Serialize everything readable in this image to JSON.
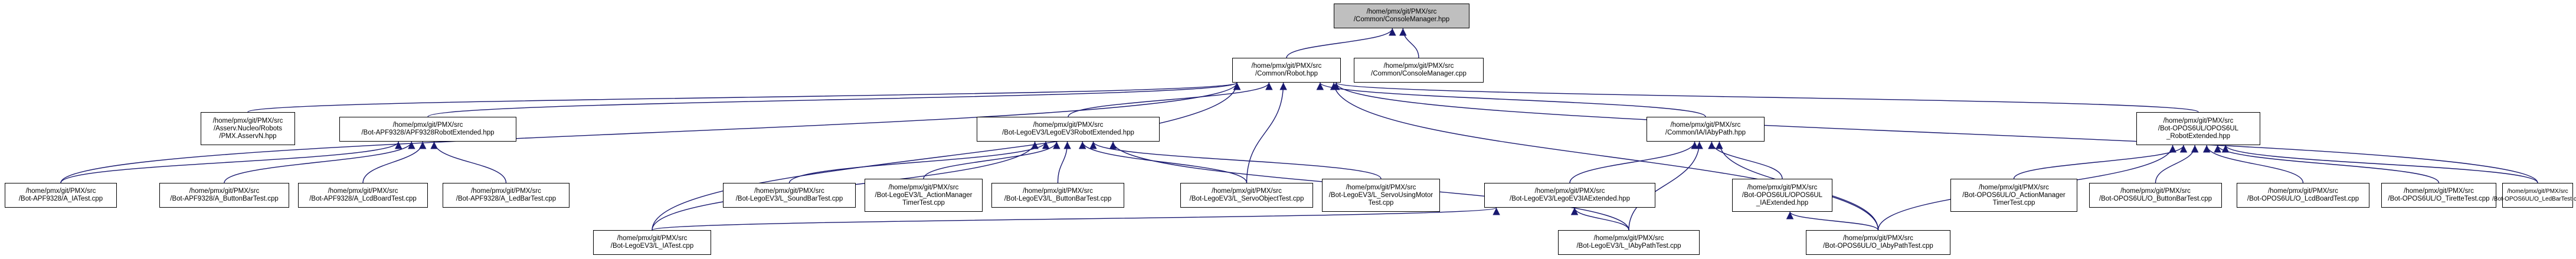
{
  "colors": {
    "root_fill": "#bfbfbf",
    "node_fill": "#ffffff",
    "border": "#000000",
    "edge": "#191970"
  },
  "nodes": {
    "consolemanager_hpp": [
      "/home/pmx/git/PMX/src",
      "/Common/ConsoleManager.hpp"
    ],
    "robot_hpp": [
      "/home/pmx/git/PMX/src",
      "/Common/Robot.hpp"
    ],
    "consolemanager_cpp": [
      "/home/pmx/git/PMX/src",
      "/Common/ConsoleManager.cpp"
    ],
    "asserv_insa_hpp": [
      "/home/pmx/git/PMX/src",
      "/Asserv.Nucleo/Robots",
      "/PMX.AsservN.hpp"
    ],
    "apf_robot_ext": [
      "/home/pmx/git/PMX/src",
      "/Bot-APF9328/APF9328RobotExtended.hpp"
    ],
    "ev3_robot_ext": [
      "/home/pmx/git/PMX/src",
      "/Bot-LegoEV3/LegoEV3RobotExtended.hpp"
    ],
    "ia_bypath": [
      "/home/pmx/git/PMX/src",
      "/Common/IA/IAbyPath.hpp"
    ],
    "opos_robot_ext": [
      "/home/pmx/git/PMX/src",
      "/Bot-OPOS6UL/OPOS6UL",
      "_RobotExtended.hpp"
    ],
    "apf_ia_test": [
      "/home/pmx/git/PMX/src",
      "/Bot-APF9328/A_IATest.cpp"
    ],
    "apf_button": [
      "/home/pmx/git/PMX/src",
      "/Bot-APF9328/A_ButtonBarTest.cpp"
    ],
    "apf_lcd": [
      "/home/pmx/git/PMX/src",
      "/Bot-APF9328/A_LcdBoardTest.cpp"
    ],
    "apf_led": [
      "/home/pmx/git/PMX/src",
      "/Bot-APF9328/A_LedBarTest.cpp"
    ],
    "ev3_sound": [
      "/home/pmx/git/PMX/src",
      "/Bot-LegoEV3/L_SoundBarTest.cpp"
    ],
    "ev3_action": [
      "/home/pmx/git/PMX/src",
      "/Bot-LegoEV3/L_ActionManager",
      "TimerTest.cpp"
    ],
    "ev3_button": [
      "/home/pmx/git/PMX/src",
      "/Bot-LegoEV3/L_ButtonBarTest.cpp"
    ],
    "ev3_servo_obj": [
      "/home/pmx/git/PMX/src",
      "/Bot-LegoEV3/L_ServoObjectTest.cpp"
    ],
    "ev3_servo_motor": [
      "/home/pmx/git/PMX/src",
      "/Bot-LegoEV3/L_ServoUsingMotor",
      "Test.cpp"
    ],
    "ev3_ia_ext": [
      "/home/pmx/git/PMX/src",
      "/Bot-LegoEV3/LegoEV3IAExtended.hpp"
    ],
    "opos_ia_ext": [
      "/home/pmx/git/PMX/src",
      "/Bot-OPOS6UL/OPOS6UL",
      "_IAExtended.hpp"
    ],
    "opos_action": [
      "/home/pmx/git/PMX/src",
      "/Bot-OPOS6UL/O_ActionManager",
      "TimerTest.cpp"
    ],
    "opos_button": [
      "/home/pmx/git/PMX/src",
      "/Bot-OPOS6UL/O_ButtonBarTest.cpp"
    ],
    "opos_lcd": [
      "/home/pmx/git/PMX/src",
      "/Bot-OPOS6UL/O_LcdBoardTest.cpp"
    ],
    "opos_tirette": [
      "/home/pmx/git/PMX/src",
      "/Bot-OPOS6UL/O_TiretteTest.cpp"
    ],
    "opos_led": [
      "/home/pmx/git/PMX/src",
      "/Bot-OPOS6UL/O_LedBarTest.cpp"
    ],
    "ev3_ia_test": [
      "/home/pmx/git/PMX/src",
      "/Bot-LegoEV3/L_IATest.cpp"
    ],
    "ev3_iabypath_test": [
      "/home/pmx/git/PMX/src",
      "/Bot-LegoEV3/L_IAbyPathTest.cpp"
    ],
    "opos_iabypath_test": [
      "/home/pmx/git/PMX/src",
      "/Bot-OPOS6UL/O_IAbyPathTest.cpp"
    ]
  }
}
